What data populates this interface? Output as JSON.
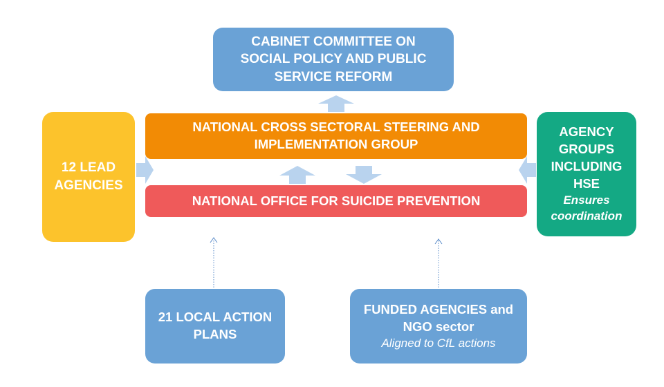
{
  "nodes": {
    "cabinet": {
      "lines": [
        "CABINET COMMITTEE ON",
        "SOCIAL POLICY AND PUBLIC",
        "SERVICE REFORM"
      ]
    },
    "steering": {
      "lines": [
        "NATIONAL CROSS SECTORAL STEERING AND",
        "IMPLEMENTATION GROUP"
      ]
    },
    "office": {
      "lines": [
        "NATIONAL OFFICE FOR SUICIDE PREVENTION"
      ]
    },
    "lead_agencies": {
      "lines": [
        "12 LEAD",
        "AGENCIES"
      ]
    },
    "agency_groups": {
      "lines": [
        "AGENCY",
        "GROUPS",
        "INCLUDING",
        "HSE"
      ],
      "note_lines": [
        "Ensures",
        "coordination"
      ]
    },
    "local_plans": {
      "lines": [
        "21 LOCAL ACTION",
        "PLANS"
      ]
    },
    "funded_agencies": {
      "lines": [
        "FUNDED AGENCIES and",
        "NGO sector"
      ],
      "note": "Aligned to CfL actions"
    }
  },
  "colors": {
    "blue": "#6aa2d6",
    "orange": "#f28b05",
    "red": "#ef5a5a",
    "yellow": "#fcc32c",
    "green": "#14a984",
    "arrow_fill": "#b9d3ee",
    "dotted_line": "#5b8cc9"
  }
}
